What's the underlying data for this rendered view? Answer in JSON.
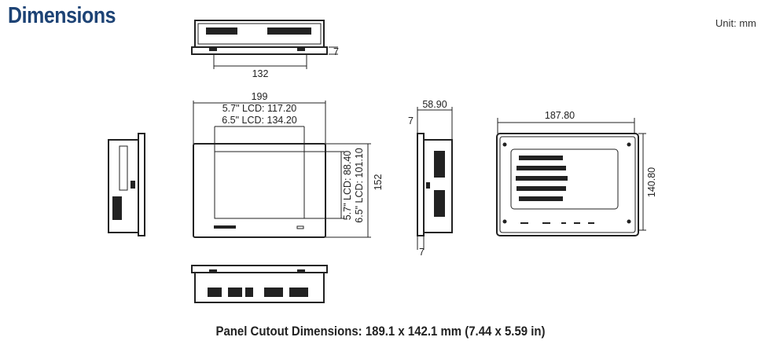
{
  "header": {
    "title": "Dimensions",
    "unit": "Unit: mm"
  },
  "top_view": {
    "depth_flange": "7",
    "width": "132"
  },
  "front_view": {
    "width": "199",
    "lcd_width_57": "5.7\" LCD: 117.20",
    "lcd_width_65": "6.5\" LCD: 134.20",
    "lcd_height_57": "5.7\" LCD: 88.40",
    "lcd_height_65": "6.5\" LCD: 101.10",
    "height": "152"
  },
  "side_view": {
    "depth": "58.90",
    "flange_top": "7",
    "flange_bottom": "7"
  },
  "back_view": {
    "width": "187.80",
    "height": "140.80"
  },
  "caption": "Panel Cutout Dimensions: 189.1 x 142.1 mm (7.44 x 5.59 in)"
}
